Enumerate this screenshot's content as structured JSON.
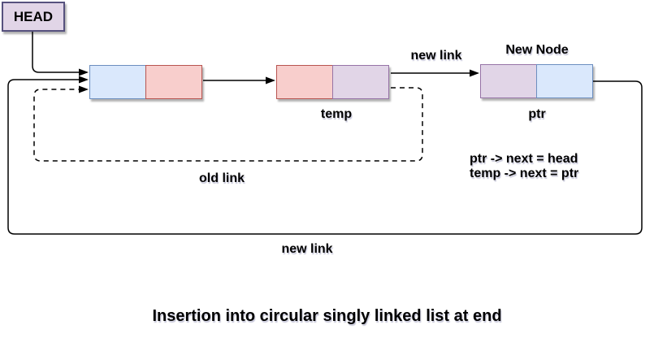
{
  "diagram": {
    "head_box": "HEAD",
    "labels": {
      "new_link_top": "new link",
      "new_node": "New Node",
      "temp": "temp",
      "ptr": "ptr",
      "old_link": "old link",
      "new_link_bottom": "new link"
    },
    "code": [
      "ptr -> next = head",
      "temp -> next = ptr"
    ],
    "title": "Insertion into circular singly linked list at end"
  },
  "colors": {
    "blue-fill": "#dae8fc",
    "blue-stroke": "#6c8ebf",
    "pink-fill": "#f8cecc",
    "pink-stroke": "#b85450",
    "purple-fill": "#e1d5e7",
    "purple-stroke": "#9673a6",
    "head-stroke": "#56517e",
    "line": "#000000"
  }
}
